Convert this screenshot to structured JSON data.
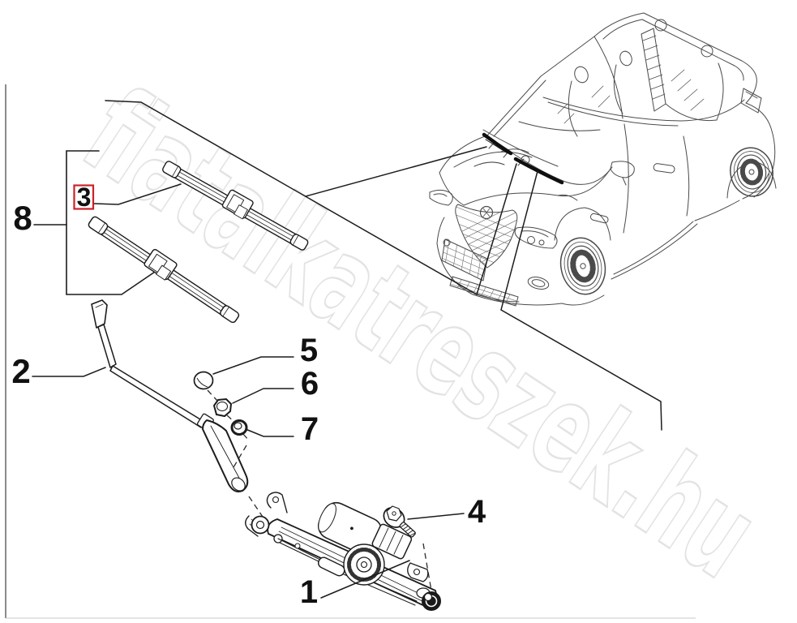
{
  "watermark": {
    "text": "fiatalkatreszek.hu",
    "color": "#e3e3e3"
  },
  "colors": {
    "line": "#1c1c1c",
    "car_line": "#4a4a4a",
    "red_box": "#cc2128",
    "background": "#ffffff"
  },
  "callouts": {
    "c1": {
      "label": "1"
    },
    "c2": {
      "label": "2"
    },
    "c3": {
      "label": "3",
      "boxed": true
    },
    "c4": {
      "label": "4"
    },
    "c5": {
      "label": "5"
    },
    "c6": {
      "label": "6"
    },
    "c7": {
      "label": "7"
    },
    "c8": {
      "label": "8"
    }
  }
}
